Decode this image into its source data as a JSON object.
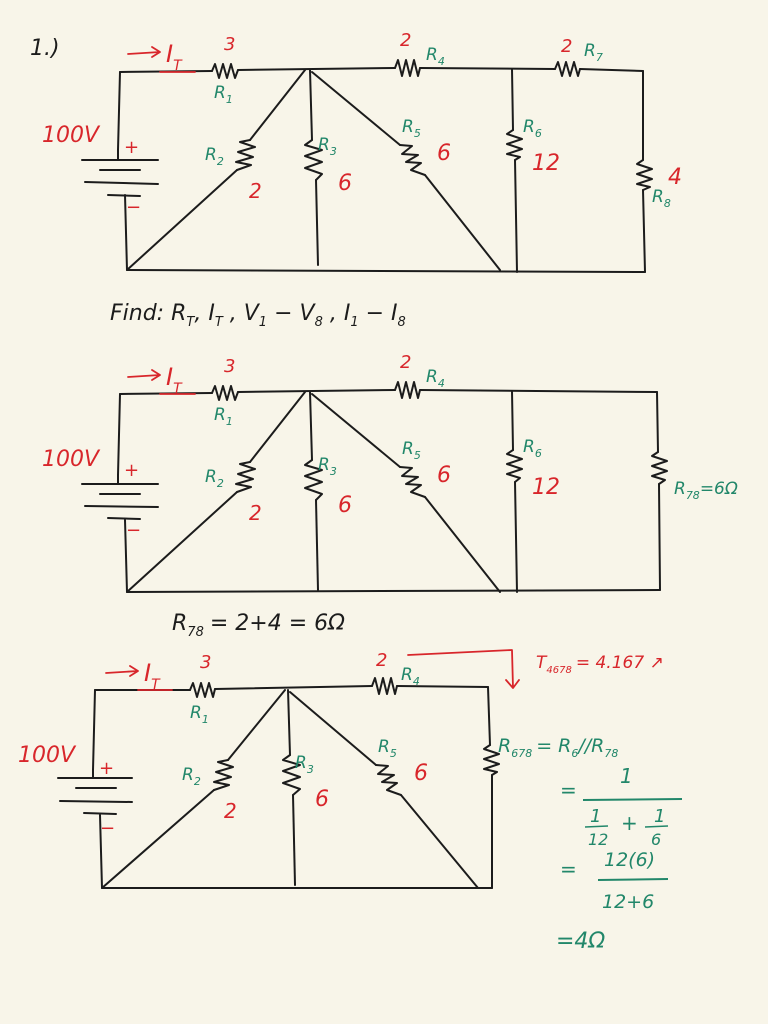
{
  "problem_number": "1.)",
  "source_voltage": "100V",
  "plus_sign": "+",
  "minus_sign": "−",
  "current_label": "I",
  "current_sub": "T",
  "resistors": {
    "R1": {
      "name": "R",
      "sub": "1",
      "value": "3"
    },
    "R2": {
      "name": "R",
      "sub": "2",
      "value": "2"
    },
    "R3": {
      "name": "R",
      "sub": "3",
      "value": "6"
    },
    "R4": {
      "name": "R",
      "sub": "4",
      "value": "2"
    },
    "R5": {
      "name": "R",
      "sub": "5",
      "value": "6"
    },
    "R6": {
      "name": "R",
      "sub": "6",
      "value": "12"
    },
    "R7": {
      "name": "R",
      "sub": "7",
      "value": "2"
    },
    "R8": {
      "name": "R",
      "sub": "8",
      "value": "4"
    }
  },
  "find_text": "Find:  R",
  "find_parts": [
    "T",
    ",  I",
    "T",
    "  ,  V",
    "1",
    " − V",
    "8",
    "  ,  I",
    "1",
    " − I",
    "8"
  ],
  "r78_label": "R",
  "r78_sub": "78",
  "r78_note": "=6Ω",
  "r78_equation": "= 2+4 = 6Ω",
  "r678_label": "R",
  "r678_sub": "678",
  "r678_equation": "= R",
  "r678_eq_sub1": "6",
  "r678_eq_mid": "//R",
  "r678_eq_sub2": "78",
  "fraction_1": {
    "num": "1",
    "den_a": "1",
    "den_a_sub": "12",
    "plus": "+",
    "den_b": "1",
    "den_b_sub": "6"
  },
  "fraction_2": {
    "num": "12(6)",
    "den": "12+6"
  },
  "eq_sign": "=",
  "result": "=4Ω",
  "red_note_label": "T",
  "red_note_sub": "4678",
  "red_note_value": "= 4.167 ↗"
}
